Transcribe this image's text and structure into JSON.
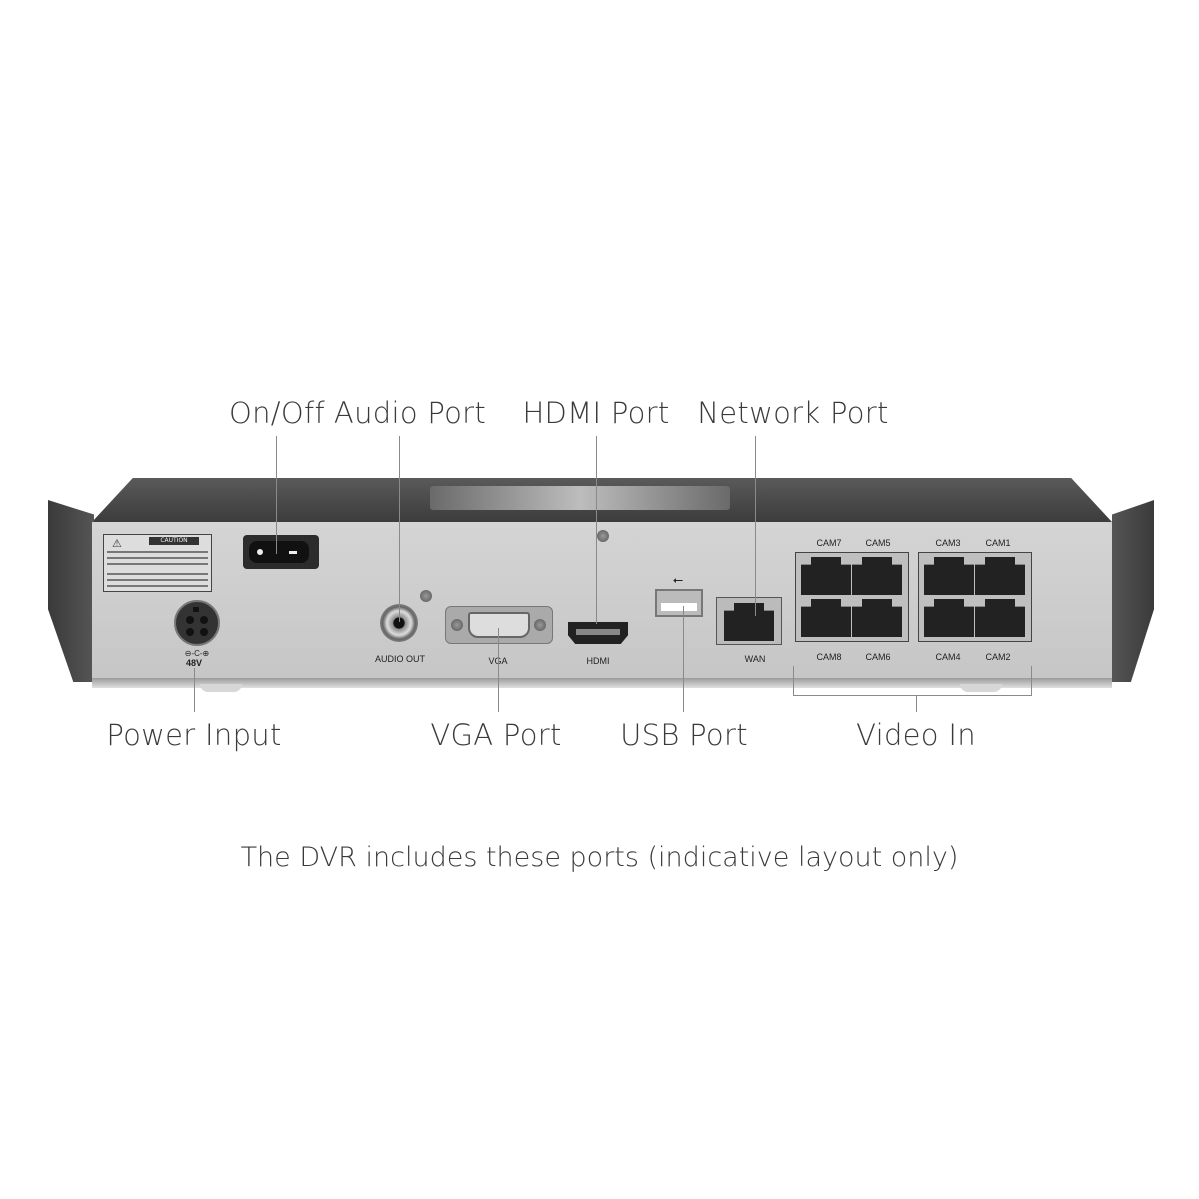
{
  "callouts": {
    "on_off": "On/Off",
    "audio_port": "Audio Port",
    "hdmi_port": "HDMI Port",
    "network_port": "Network Port",
    "power_input": "Power Input",
    "vga_port": "VGA Port",
    "usb_port": "USB Port",
    "video_in": "Video In"
  },
  "device_labels": {
    "caution": "CAUTION",
    "power_rating": "48V",
    "audio_out": "AUDIO OUT",
    "vga": "VGA",
    "hdmi": "HDMI",
    "wan": "WAN",
    "cams_top": [
      "CAM7",
      "CAM5",
      "CAM3",
      "CAM1"
    ],
    "cams_bottom": [
      "CAM8",
      "CAM6",
      "CAM4",
      "CAM2"
    ]
  },
  "icons": [
    "warning-triangle-icon",
    "usb-icon",
    "power-polarity-icon"
  ],
  "caption": "The DVR includes these ports (indicative layout only)"
}
